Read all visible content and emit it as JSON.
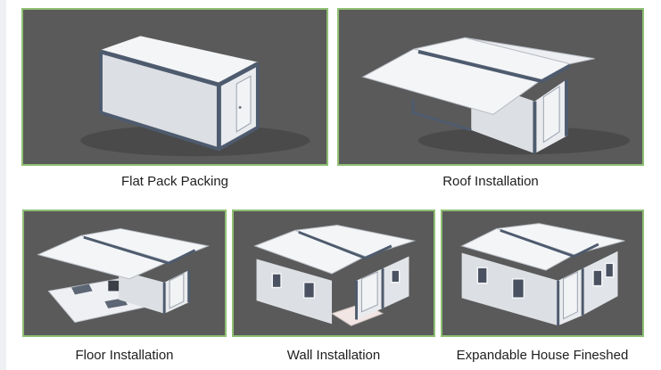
{
  "steps": [
    {
      "caption": "Flat Pack Packing"
    },
    {
      "caption": "Roof Installation"
    },
    {
      "caption": "Floor Installation"
    },
    {
      "caption": "Wall Installation"
    },
    {
      "caption": "Expandable House Fineshed"
    }
  ],
  "colors": {
    "panel_border": "#8fbf73",
    "panel_background": "#5a5a5a",
    "roof": "#f4f5f7",
    "frame": "#4e5b6e",
    "wall": "#dcdfe3"
  }
}
